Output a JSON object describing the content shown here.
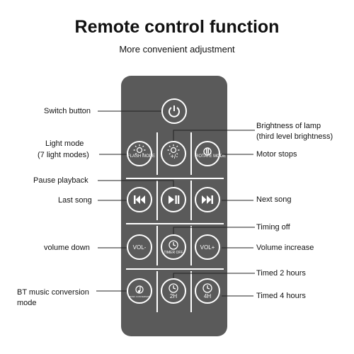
{
  "header": {
    "title": "Remote control function",
    "subtitle": "More convenient adjustment"
  },
  "buttons": {
    "power": {
      "icon": "power-icon"
    },
    "flash_mode": {
      "icon": "sun-icon",
      "text": "FLASH MODE"
    },
    "brightness": {
      "icon": "sun-icon",
      "text": "+/-"
    },
    "rotate_mode": {
      "icon": "rotate-icon",
      "text": "ROTATE MODE"
    },
    "previous": {
      "icon": "previous-track-icon"
    },
    "play_pause": {
      "icon": "play-pause-icon"
    },
    "next": {
      "icon": "next-track-icon"
    },
    "vol_down": {
      "text": "VOL-"
    },
    "timer_off": {
      "icon": "clock-icon",
      "text": "TIMER OFF"
    },
    "vol_up": {
      "text": "VOL+"
    },
    "music_conversion": {
      "icon": "music-note-icon",
      "text": "MUSIC CONVERSION"
    },
    "timer_2h": {
      "icon": "clock-icon",
      "text": "2H"
    },
    "timer_4h": {
      "icon": "clock-icon",
      "text": "4H"
    }
  },
  "labels": {
    "switch_button": "Switch button",
    "light_mode": "Light mode",
    "light_mode_sub": "(7 light modes)",
    "brightness": "Brightness of lamp",
    "brightness_sub": "(third level brightness)",
    "motor_stops": "Motor stops",
    "pause_playback": "Pause playback",
    "last_song": "Last song",
    "next_song": "Next song",
    "timing_off": "Timing off",
    "volume_down": "volume down",
    "volume_increase": "Volume increase",
    "timed_2h": "Timed 2 hours",
    "bt_music": "BT music conversion",
    "bt_music_sub": "mode",
    "timed_4h": "Timed 4 hours"
  },
  "colors": {
    "remote_body": "#5a5a5a",
    "button_ring": "#ffffff",
    "text": "#111111"
  }
}
